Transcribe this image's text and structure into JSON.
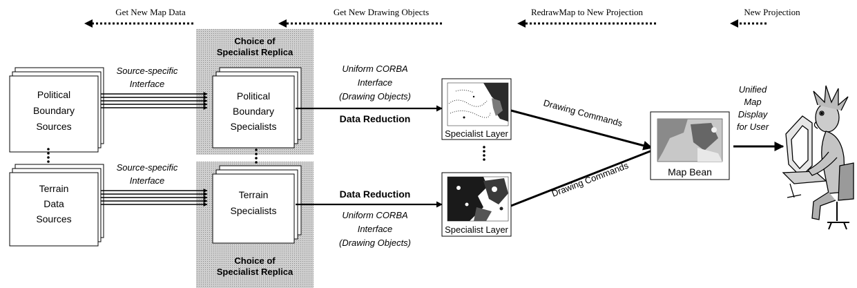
{
  "colors": {
    "ink": "#000000",
    "replica_panel": "#bdbdbd",
    "card": "#ffffff"
  },
  "top_actions": {
    "get_new_map_data": "Get New Map Data",
    "get_new_drawing_objects": "Get New Drawing Objects",
    "redraw_map": "RedrawMap to New Projection",
    "new_projection": "New Projection"
  },
  "sources": {
    "political": [
      "Political",
      "Boundary",
      "Sources"
    ],
    "terrain": [
      "Terrain",
      "Data",
      "Sources"
    ]
  },
  "source_interface": [
    "Source-specific",
    "Interface"
  ],
  "replica_choice": [
    "Choice of",
    "Specialist Replica"
  ],
  "specialists": {
    "political": [
      "Political",
      "Boundary",
      "Specialists"
    ],
    "terrain": [
      "Terrain",
      "Specialists"
    ]
  },
  "corba_interface": [
    "Uniform CORBA",
    "Interface",
    "(Drawing Objects)"
  ],
  "data_reduction": "Data Reduction",
  "specialist_layer": "Specialist Layer",
  "drawing_commands": "Drawing Commands",
  "map_bean": "Map Bean",
  "user_display": [
    "Unified",
    "Map",
    "Display",
    "for User"
  ],
  "icons": [
    "map-thumbnail-icon",
    "terrain-thumbnail-icon",
    "map-bean-thumbnail-icon",
    "user-at-computer-icon"
  ]
}
